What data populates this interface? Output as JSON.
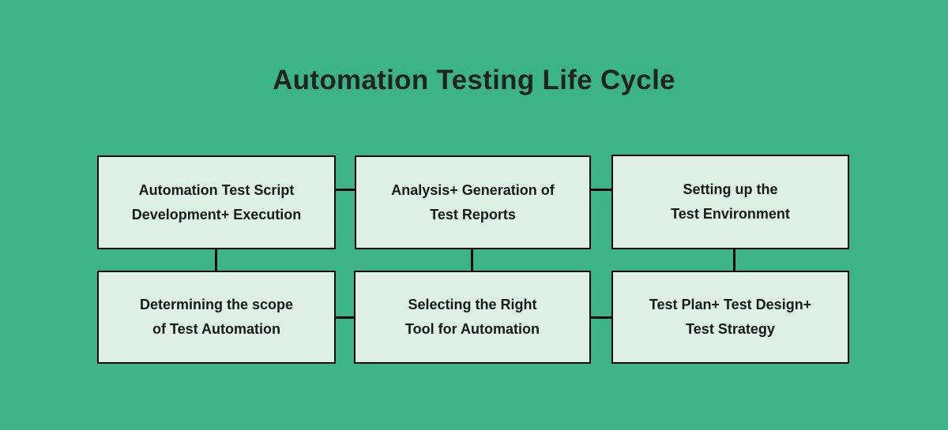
{
  "title": "Automation Testing Life Cycle",
  "colors": {
    "background": "#3cb487",
    "box_fill": "#def0e6",
    "border_and_connector": "#0a0a0a",
    "title_text": "#1f2420",
    "box_text": "#141a18"
  },
  "boxes": [
    {
      "lines": [
        "Automation Test Script",
        "Development+ Execution"
      ]
    },
    {
      "lines": [
        "Analysis+ Generation of",
        "Test Reports"
      ]
    },
    {
      "lines": [
        "Setting up the",
        "Test Environment"
      ]
    },
    {
      "lines": [
        "Determining the scope",
        "of Test Automation"
      ]
    },
    {
      "lines": [
        "Selecting the Right",
        "Tool for Automation"
      ]
    },
    {
      "lines": [
        "Test Plan+ Test Design+",
        "Test Strategy"
      ]
    }
  ]
}
